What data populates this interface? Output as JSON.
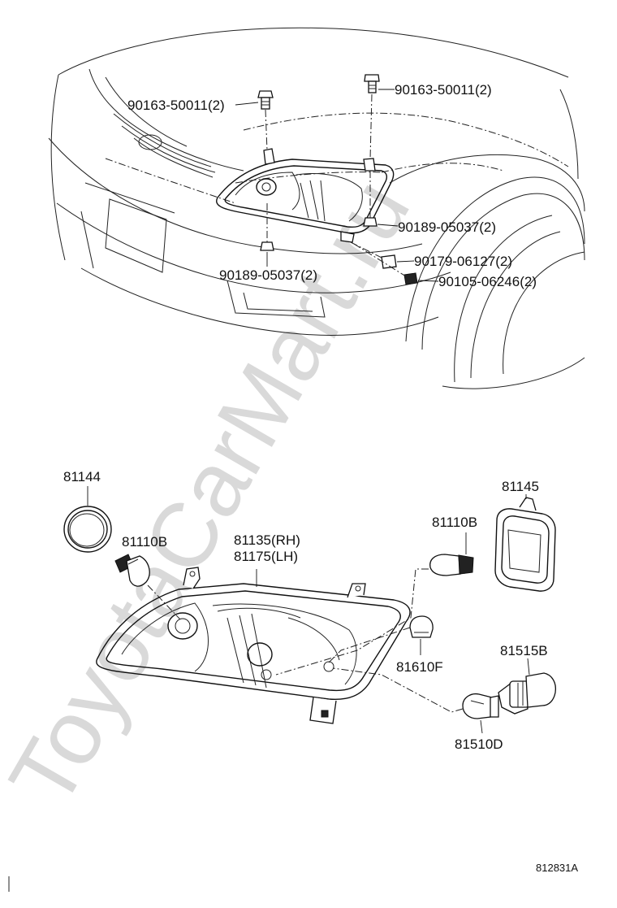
{
  "watermark": "ToyotaCarMart.ru",
  "figure_code": "812831A",
  "top_labels": {
    "bolt_left": "90163-50011(2)",
    "bolt_right": "90163-50011(2)",
    "clip_right": "90189-05037(2)",
    "clip_left": "90189-05037(2)",
    "nut": "90179-06127(2)",
    "screw": "90105-06246(2)"
  },
  "bottom_labels": {
    "seal_ring": "81144",
    "bulb_left": "81110B",
    "headlamp_rh": "81135(RH)",
    "headlamp_lh": "81175(LH)",
    "cover": "81145",
    "bulb_right": "81110B",
    "socket_small": "81610F",
    "socket_big": "81515B",
    "bulb_wedge": "81510D"
  }
}
